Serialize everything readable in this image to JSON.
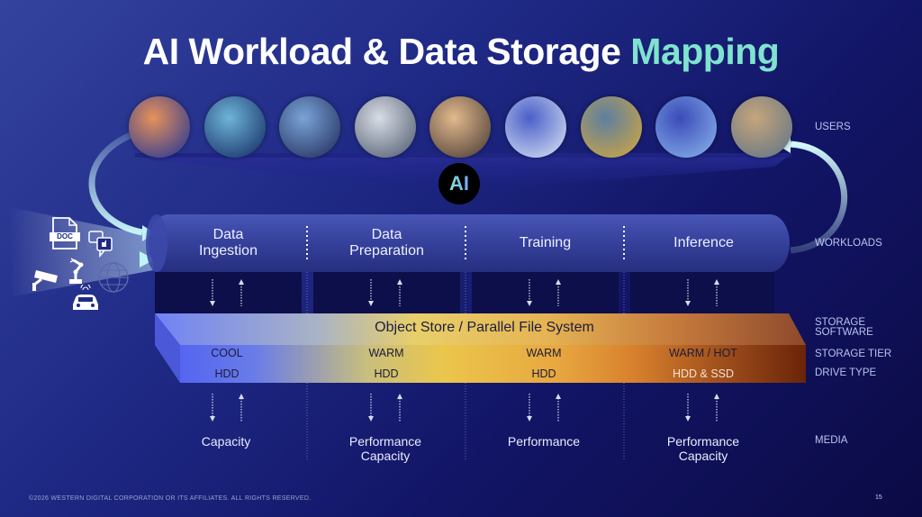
{
  "title": {
    "main": "AI Workload & Data Storage",
    "accent": "Mapping",
    "accent_color": "#7fe3cf"
  },
  "users": {
    "photos": [
      {
        "name": "vr-gamer-photo"
      },
      {
        "name": "financial-chart-photo"
      },
      {
        "name": "scientist-hologram-photo"
      },
      {
        "name": "robotic-arm-photo"
      },
      {
        "name": "shopper-photo"
      },
      {
        "name": "office-worker-laptop-photo"
      },
      {
        "name": "autonomous-car-photo"
      },
      {
        "name": "news-screens-photo"
      },
      {
        "name": "warehouse-robot-photo"
      }
    ],
    "ai_badge": "AI"
  },
  "sources": {
    "doc_label": "DOC",
    "icons": [
      "document-icon",
      "chat-bubbles-icon",
      "robot-arm-icon",
      "globe-www-icon",
      "security-camera-icon",
      "connected-car-icon"
    ]
  },
  "workloads": [
    "Data\nIngestion",
    "Data\nPreparation",
    "Training",
    "Inference"
  ],
  "storage_software": "Object Store / Parallel File System",
  "storage_tier": [
    "COOL",
    "WARM",
    "WARM",
    "WARM / HOT"
  ],
  "drive_type": [
    "HDD",
    "HDD",
    "HDD",
    "HDD & SSD"
  ],
  "media": [
    "Capacity",
    "Performance\nCapacity",
    "Performance",
    "Performance\nCapacity"
  ],
  "row_labels": {
    "users": "USERS",
    "workloads": "WORKLOADS",
    "storage_software": "STORAGE\nSOFTWARE",
    "storage_tier": "STORAGE TIER",
    "drive_type": "DRIVE TYPE",
    "media": "MEDIA"
  },
  "colors": {
    "cool": "#5b6df2",
    "warm": "#e9c44a",
    "hot": "#6e2a0c",
    "arrow": "#bff4f8"
  },
  "footer": "©2026 WESTERN DIGITAL CORPORATION OR ITS AFFILIATES. ALL RIGHTS RESERVED.",
  "page_number": "15"
}
